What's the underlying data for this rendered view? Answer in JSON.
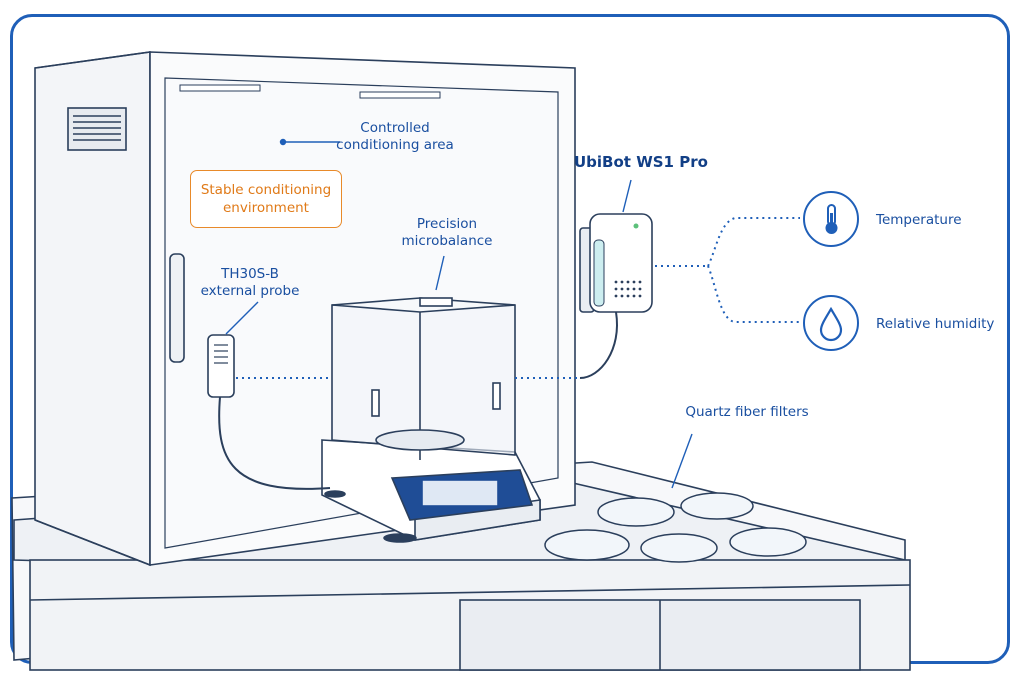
{
  "labels": {
    "controlled_area": [
      "Controlled",
      "conditioning area"
    ],
    "stable_env": [
      "Stable conditioning",
      "environment"
    ],
    "microbalance": [
      "Precision",
      "microbalance"
    ],
    "probe": [
      "TH30S-B",
      "external probe"
    ],
    "device": "UbiBot WS1 Pro",
    "temperature": "Temperature",
    "humidity": "Relative humidity",
    "filters": "Quartz fiber filters"
  },
  "icons": {
    "temperature": "thermometer-icon",
    "humidity": "water-drop-icon"
  },
  "colors": {
    "frame": "#1f5fb8",
    "label": "#1a4fa0",
    "highlight": "#e88a2a",
    "line": "#1f3d6b"
  }
}
